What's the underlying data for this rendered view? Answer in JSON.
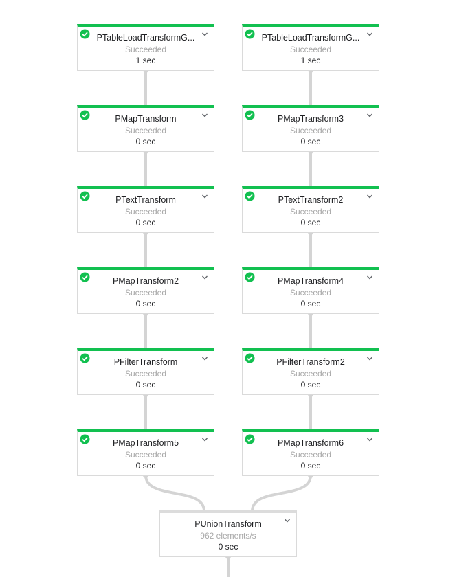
{
  "colors": {
    "success": "#12c050",
    "edge": "#d4d4d4",
    "border": "#dadada"
  },
  "nodes": [
    {
      "id": "ptableload1",
      "title": "PTableLoadTransformG...",
      "status": "Succeeded",
      "time": "1 sec",
      "icon": "check-circle-icon"
    },
    {
      "id": "ptableload2",
      "title": "PTableLoadTransformG...",
      "status": "Succeeded",
      "time": "1 sec",
      "icon": "check-circle-icon"
    },
    {
      "id": "pmap",
      "title": "PMapTransform",
      "status": "Succeeded",
      "time": "0 sec",
      "icon": "check-circle-icon"
    },
    {
      "id": "pmap3",
      "title": "PMapTransform3",
      "status": "Succeeded",
      "time": "0 sec",
      "icon": "check-circle-icon"
    },
    {
      "id": "ptext",
      "title": "PTextTransform",
      "status": "Succeeded",
      "time": "0 sec",
      "icon": "check-circle-icon"
    },
    {
      "id": "ptext2",
      "title": "PTextTransform2",
      "status": "Succeeded",
      "time": "0 sec",
      "icon": "check-circle-icon"
    },
    {
      "id": "pmap2",
      "title": "PMapTransform2",
      "status": "Succeeded",
      "time": "0 sec",
      "icon": "check-circle-icon"
    },
    {
      "id": "pmap4",
      "title": "PMapTransform4",
      "status": "Succeeded",
      "time": "0 sec",
      "icon": "check-circle-icon"
    },
    {
      "id": "pfilter",
      "title": "PFilterTransform",
      "status": "Succeeded",
      "time": "0 sec",
      "icon": "check-circle-icon"
    },
    {
      "id": "pfilter2",
      "title": "PFilterTransform2",
      "status": "Succeeded",
      "time": "0 sec",
      "icon": "check-circle-icon"
    },
    {
      "id": "pmap5",
      "title": "PMapTransform5",
      "status": "Succeeded",
      "time": "0 sec",
      "icon": "check-circle-icon"
    },
    {
      "id": "pmap6",
      "title": "PMapTransform6",
      "status": "Succeeded",
      "time": "0 sec",
      "icon": "check-circle-icon"
    },
    {
      "id": "punion",
      "title": "PUnionTransform",
      "status": "962 elements/s",
      "time": "0 sec",
      "icon": ""
    }
  ]
}
